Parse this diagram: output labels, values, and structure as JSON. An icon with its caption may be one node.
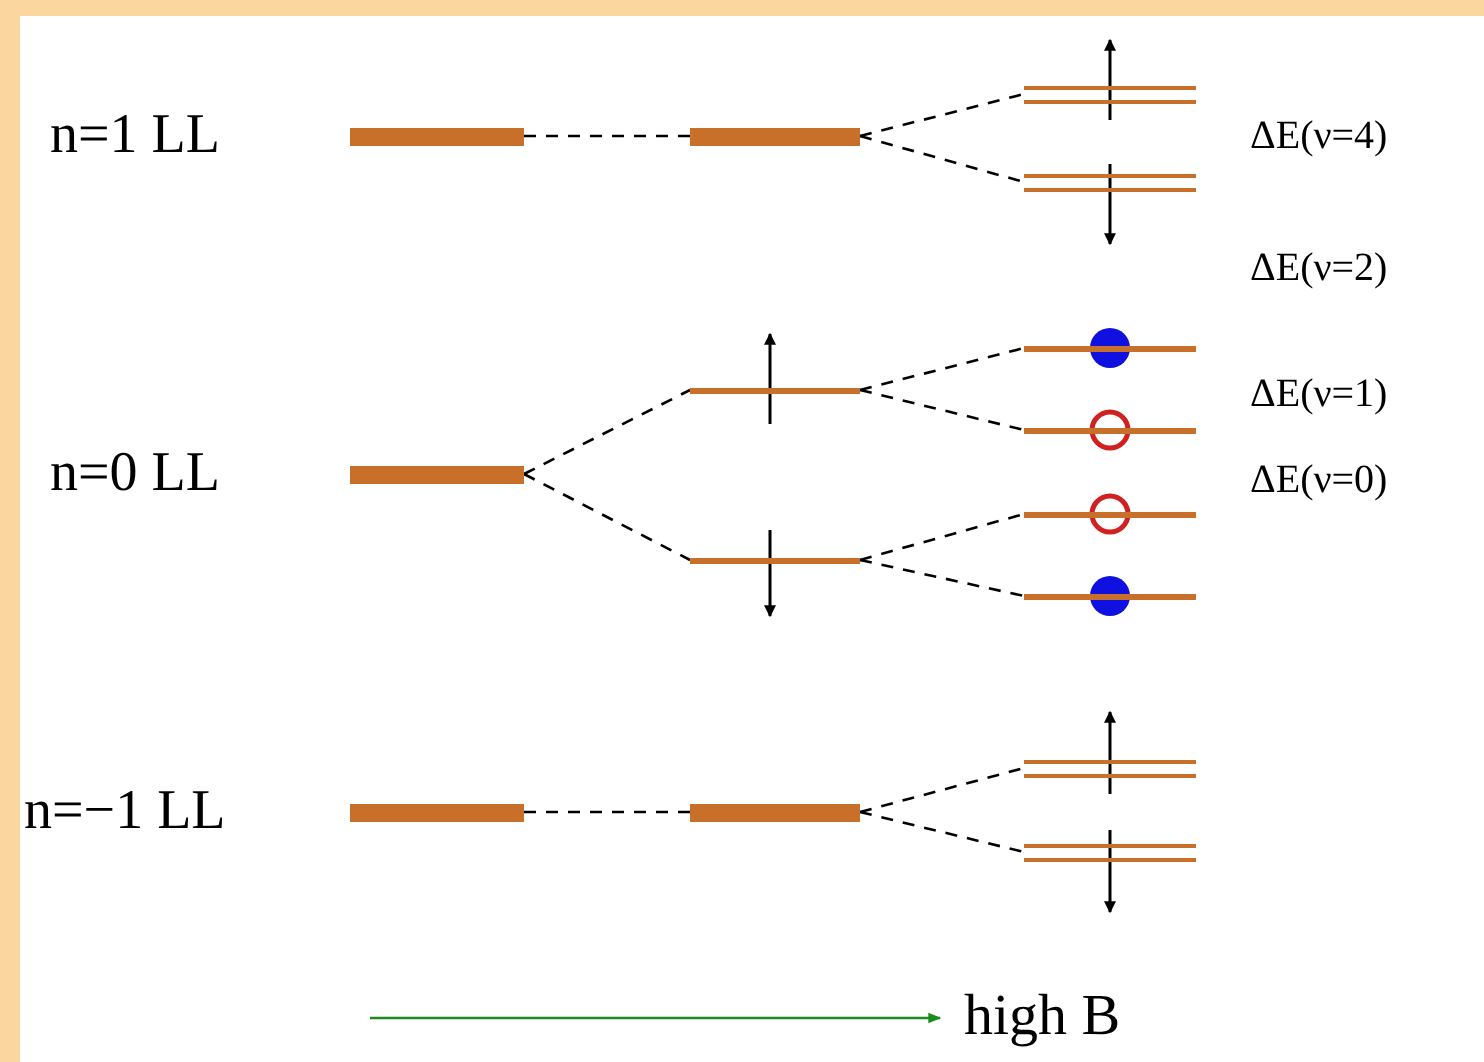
{
  "diagram": {
    "nodes": [
      {
        "text": [],
        "shape": "bar",
        "beside": [
          "n=1 LL"
        ]
      },
      {
        "text": [],
        "shape": "bar"
      },
      {
        "text": [],
        "shape": "bar"
      },
      {
        "text": [],
        "shape": "bar"
      },
      {
        "text": [],
        "shape": "bar",
        "beside": [
          "n=0 LL"
        ]
      },
      {
        "text": [],
        "shape": "bar"
      },
      {
        "text": [],
        "shape": "bar"
      },
      {
        "text": [],
        "shape": "bar"
      },
      {
        "text": [],
        "shape": "bar"
      },
      {
        "text": [],
        "shape": "bar"
      },
      {
        "text": [],
        "shape": "bar"
      },
      {
        "text": [],
        "shape": "bar",
        "beside": [
          "n=−1 LL"
        ]
      },
      {
        "text": [],
        "shape": "bar"
      },
      {
        "text": [],
        "shape": "bar"
      },
      {
        "text": [],
        "shape": "bar"
      }
    ],
    "edges": [
      {
        "from": 0,
        "to": 1,
        "arrow": "none",
        "style": "dashed"
      },
      {
        "from": 1,
        "to": 2,
        "arrow": "none",
        "style": "dashed"
      },
      {
        "from": 1,
        "to": 3,
        "arrow": "none",
        "style": "dashed"
      },
      {
        "from": 4,
        "to": 5,
        "arrow": "none",
        "style": "dashed"
      },
      {
        "from": 4,
        "to": 6,
        "arrow": "none",
        "style": "dashed"
      },
      {
        "from": 5,
        "to": 7,
        "arrow": "none",
        "style": "dashed"
      },
      {
        "from": 5,
        "to": 8,
        "arrow": "none",
        "style": "dashed"
      },
      {
        "from": 6,
        "to": 9,
        "arrow": "none",
        "style": "dashed"
      },
      {
        "from": 6,
        "to": 10,
        "arrow": "none",
        "style": "dashed"
      },
      {
        "from": 11,
        "to": 12,
        "arrow": "none",
        "style": "dashed"
      },
      {
        "from": 12,
        "to": 13,
        "arrow": "none",
        "style": "dashed"
      },
      {
        "from": 12,
        "to": 14,
        "arrow": "none",
        "style": "dashed"
      }
    ],
    "labels": [
      "ΔE(ν=4)",
      "ΔE(ν=2)",
      "ΔE(ν=1)",
      "ΔE(ν=0)",
      "high B"
    ]
  }
}
